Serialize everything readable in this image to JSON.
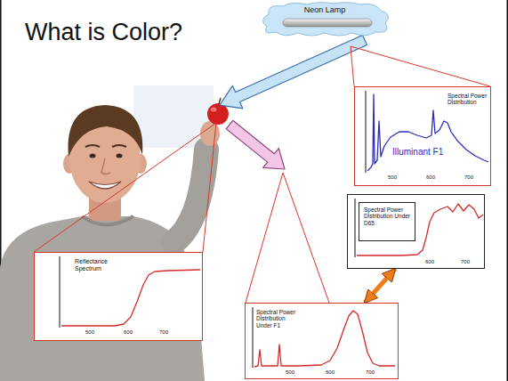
{
  "diagram": {
    "title": "What is Color?",
    "nodes": [
      {
        "text": [
          "Neon Lamp"
        ]
      },
      {
        "text": [
          "Spectral Power Distribution",
          "Illuminant F1",
          "500",
          "600",
          "700"
        ]
      },
      {
        "text": [
          "600",
          "700"
        ]
      },
      {
        "text": [
          "Spectral Power Distribution Under D65"
        ],
        "in": 2
      },
      {
        "text": [
          "Reflectance Spectrum",
          "500",
          "600",
          "700"
        ]
      },
      {
        "text": [
          "Spectral Power Distribution Under F1",
          "500",
          "600",
          "700"
        ]
      }
    ],
    "edges": [
      {
        "from": 2,
        "to": 5,
        "arrow": "both"
      }
    ]
  }
}
